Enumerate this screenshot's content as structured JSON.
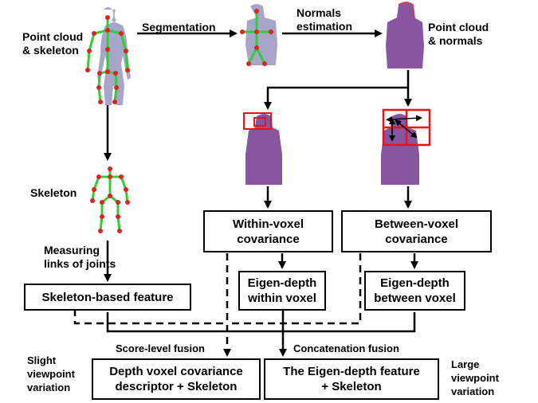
{
  "labels": {
    "point_cloud_skeleton": [
      "Point cloud",
      "& skeleton"
    ],
    "segmentation": "Segmentation",
    "normals_estimation": [
      "Normals",
      "estimation"
    ],
    "point_cloud_normals": [
      "Point cloud",
      "& normals"
    ],
    "skeleton": "Skeleton",
    "measuring_links": [
      "Measuring",
      "links of joints"
    ],
    "score_level_fusion": "Score-level fusion",
    "concatenation_fusion": "Concatenation fusion",
    "slight_viewpoint": [
      "Slight",
      "viewpoint",
      "variation"
    ],
    "large_viewpoint": [
      "Large",
      "viewpoint",
      "variation"
    ]
  },
  "boxes": {
    "within_voxel_cov": [
      "Within-voxel",
      "covariance"
    ],
    "between_voxel_cov": [
      "Between-voxel",
      "covariance"
    ],
    "eigen_within": [
      "Eigen-depth",
      "within voxel"
    ],
    "eigen_between": [
      "Eigen-depth",
      "between voxel"
    ],
    "skeleton_feature": "Skeleton-based feature",
    "depth_voxel_desc": [
      "Depth voxel covariance",
      "descriptor + Skeleton"
    ],
    "eigen_feature": [
      "The Eigen-depth feature",
      "+ Skeleton"
    ]
  },
  "colors": {
    "point_cloud": "#8a88b8",
    "normals": "#6a2a8a",
    "skeleton_line": "#33cc33",
    "joint": "#dd2222",
    "voxel_box": "#ee1111",
    "arrow": "#000000"
  }
}
